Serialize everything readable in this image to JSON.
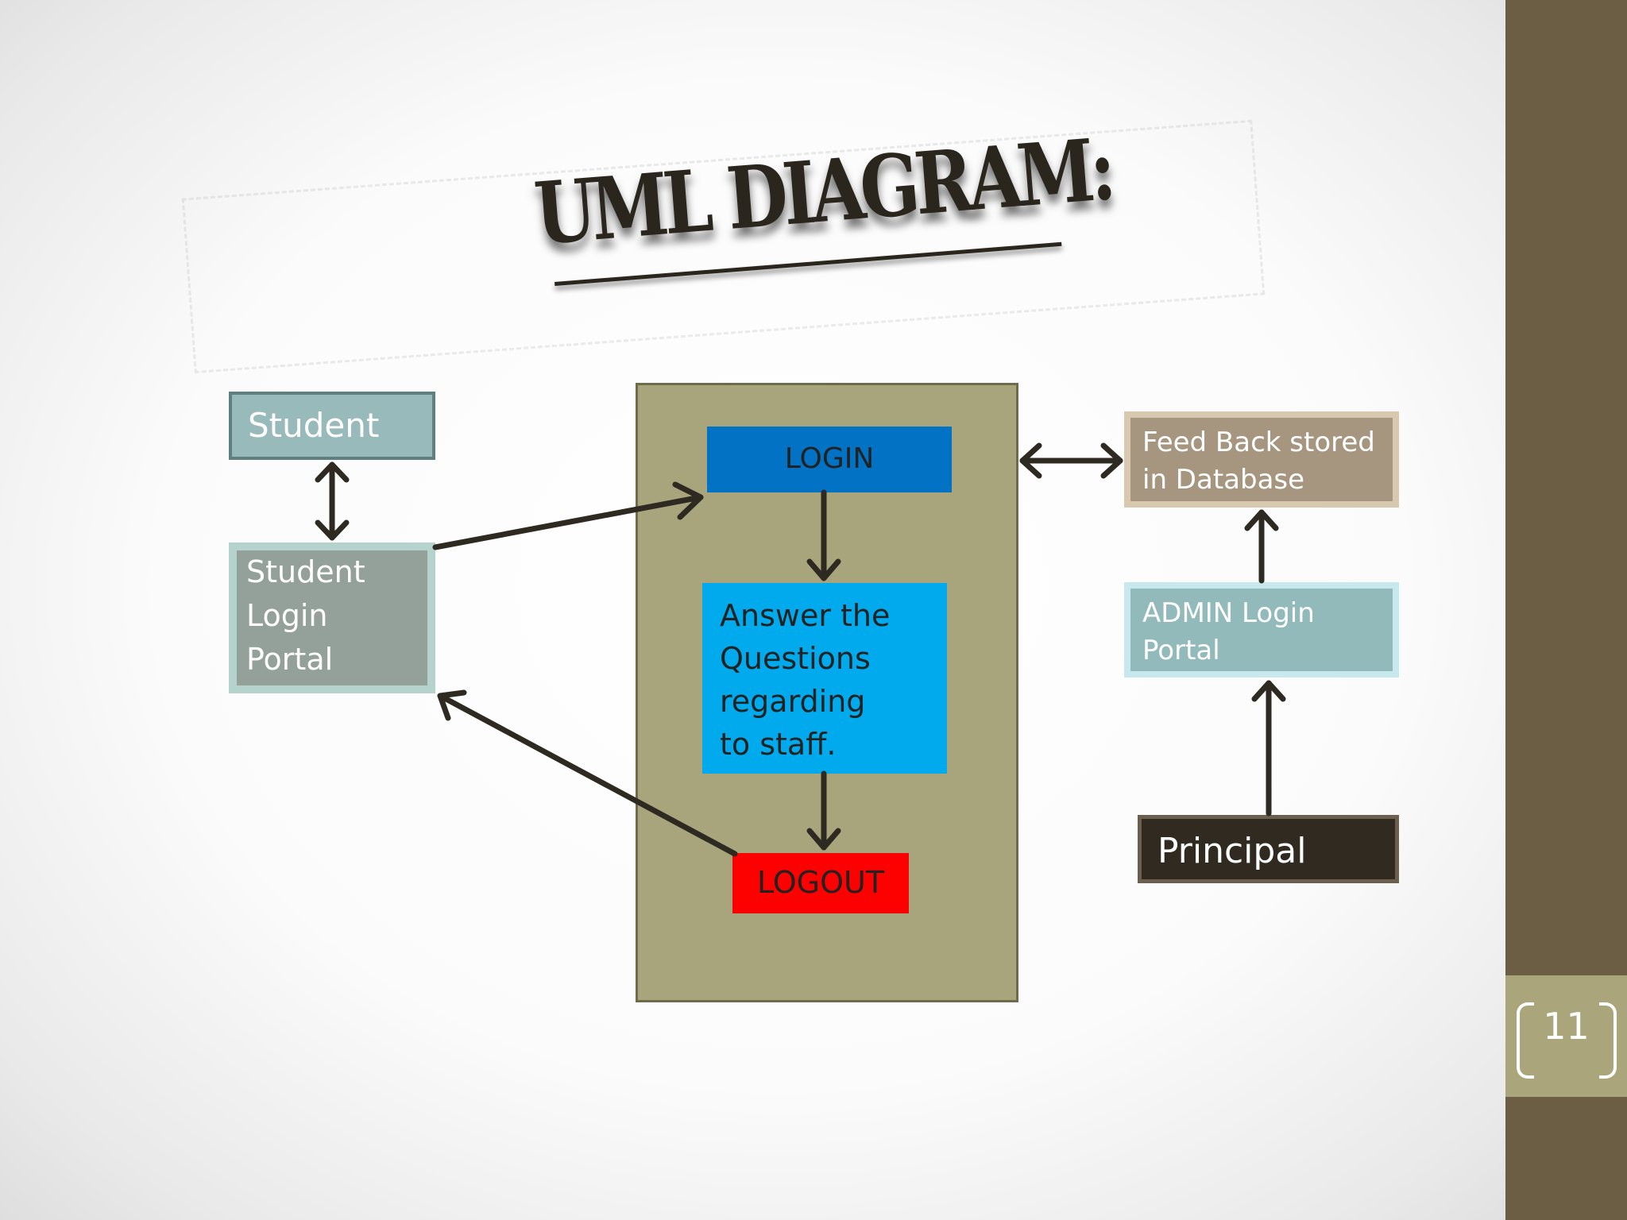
{
  "slide": {
    "title": "UML DIAGRAM:",
    "page_number": "11"
  },
  "nodes": {
    "student": "Student",
    "student_portal": "Student\nLogin\nPortal",
    "login": "LOGIN",
    "answer": "Answer the\nQuestions\nregarding\nto staff.",
    "logout": "LOGOUT",
    "feedback": "Feed Back stored\nin Database",
    "admin_portal": "ADMIN Login\nPortal",
    "principal": "Principal"
  },
  "edges": [
    {
      "from": "student",
      "to": "student_portal",
      "direction": "both"
    },
    {
      "from": "student_portal",
      "to": "login",
      "direction": "forward"
    },
    {
      "from": "login",
      "to": "answer",
      "direction": "forward"
    },
    {
      "from": "answer",
      "to": "logout",
      "direction": "forward"
    },
    {
      "from": "logout",
      "to": "student_portal",
      "direction": "forward"
    },
    {
      "from": "login_container",
      "to": "feedback",
      "direction": "both"
    },
    {
      "from": "admin_portal",
      "to": "feedback",
      "direction": "forward"
    },
    {
      "from": "principal",
      "to": "admin_portal",
      "direction": "forward"
    }
  ],
  "colors": {
    "sidebar": "#6b5e45",
    "sidebar_band": "#aaa57a",
    "container": "#a8a47b",
    "login": "#0272c4",
    "answer": "#01aaec",
    "logout": "#fd0000",
    "arrow": "#2e2a22"
  }
}
